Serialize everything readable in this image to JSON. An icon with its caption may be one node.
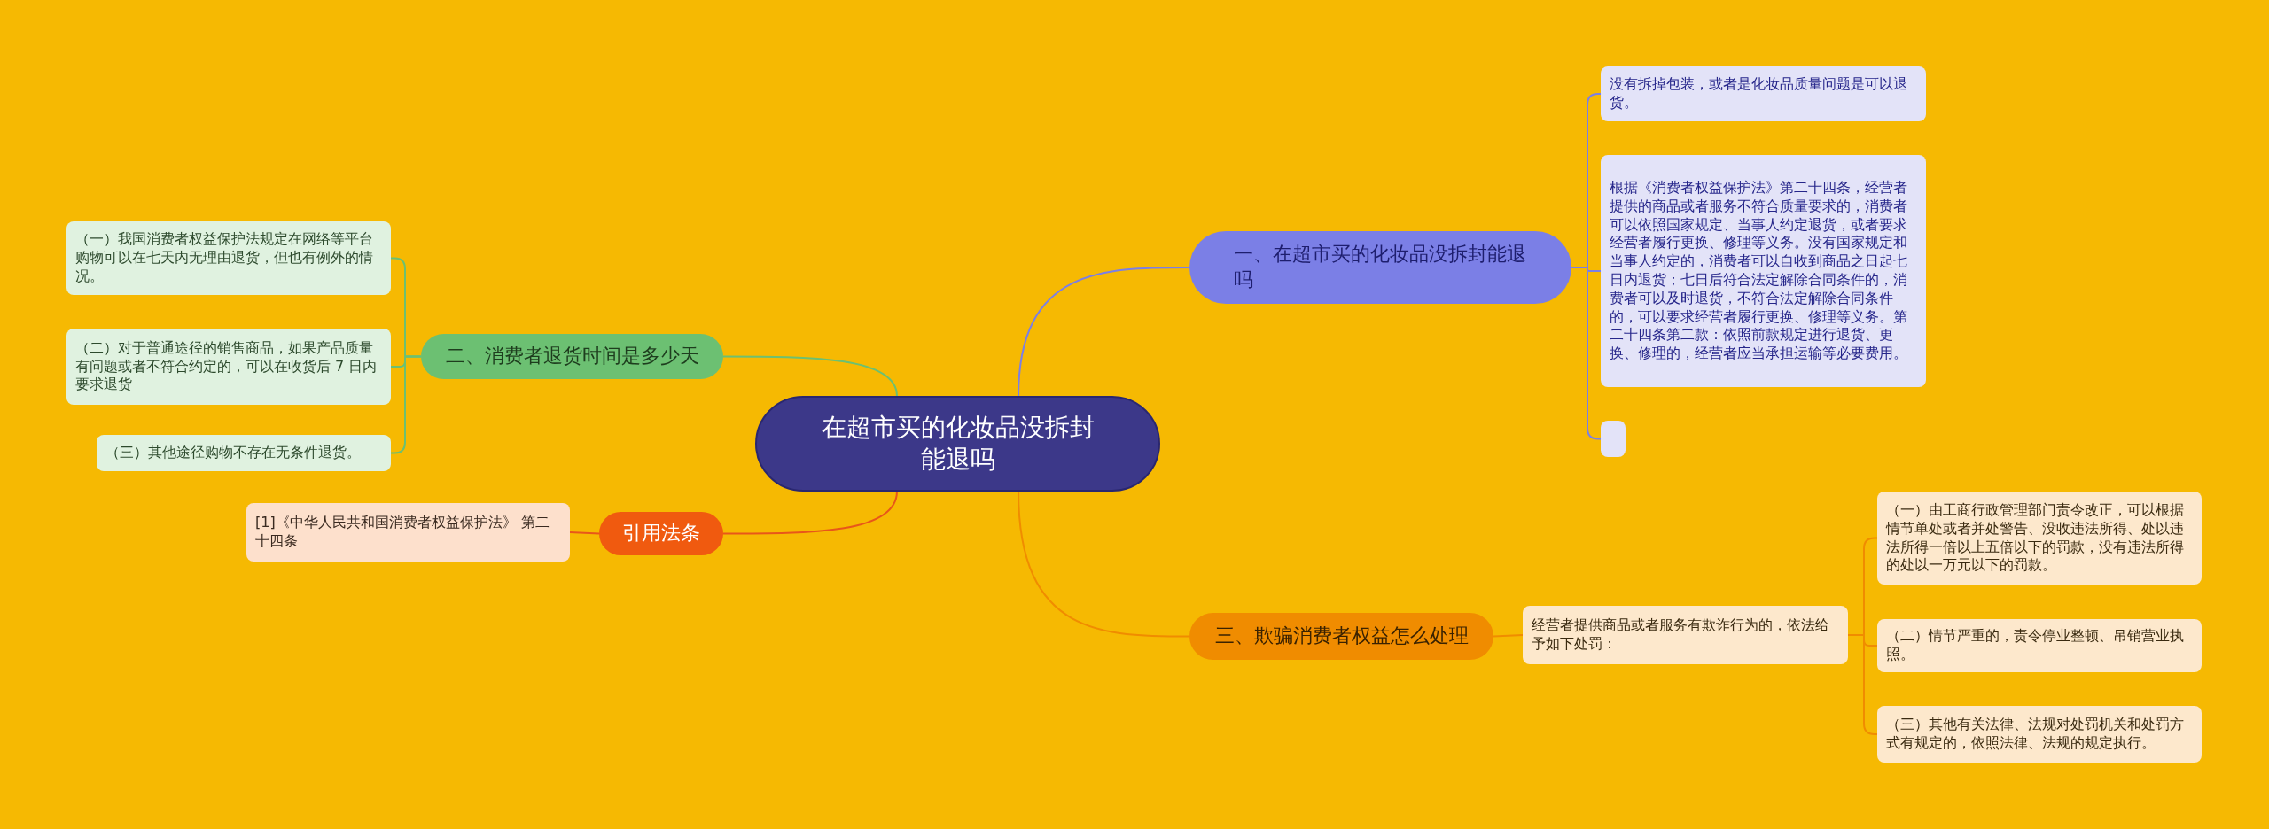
{
  "diagram": {
    "nodes": [
      {
        "text": [
          "在超市买的化妆品没拆封能退吗"
        ]
      },
      {
        "text": [
          "一、在超市买的化妆品没拆封能退吗"
        ]
      },
      {
        "text": [
          "没有拆掉包装，或者是化妆品质量问题是可以退货。"
        ]
      },
      {
        "text": [
          "根据《消费者权益保护法》第二十四条，经营者提供的商品或者服务不符合质量要求的，消费者可以依照国家规定、当事人约定退货，或者要求经营者履行更换、修理等义务。没有国家规定和当事人约定的，消费者可以自收到商品之日起七日内退货；七日后符合法定解除合同条件的，消费者可以及时退货，不符合法定解除合同条件的，可以要求经营者履行更换、修理等义务。第二十四条第二款：依照前款规定进行退货、更换、修理的，经营者应当承担运输等必要费用。"
        ]
      },
      {
        "text": [],
        "shape": "box"
      },
      {
        "text": [
          "二、消费者退货时间是多少天"
        ]
      },
      {
        "text": [
          "（一）我国消费者权益保护法规定在网络等平台购物可以在七天内无理由退货，但也有例外的情况。"
        ]
      },
      {
        "text": [
          "（二）对于普通途径的销售商品，如果产品质量有问题或者不符合约定的，可以在收货后 7 日内要求退货"
        ]
      },
      {
        "text": [
          "（三）其他途径购物不存在无条件退货。"
        ]
      },
      {
        "text": [
          "引用法条"
        ]
      },
      {
        "text": [
          "[1]《中华人民共和国消费者权益保护法》 第二十四条"
        ]
      },
      {
        "text": [
          "三、欺骗消费者权益怎么处理"
        ]
      },
      {
        "text": [
          "经营者提供商品或者服务有欺诈行为的，依法给予如下处罚："
        ]
      },
      {
        "text": [
          "（一）由工商行政管理部门责令改正，可以根据情节单处或者并处警告、没收违法所得、处以违法所得一倍以上五倍以下的罚款，没有违法所得的处以一万元以下的罚款。"
        ]
      },
      {
        "text": [
          "（二）情节严重的，责令停业整顿、吊销营业执照。"
        ]
      },
      {
        "text": [
          "（三）其他有关法律、法规对处罚机关和处罚方式有规定的，依照法律、法规的规定执行。"
        ]
      }
    ],
    "edges": [
      {
        "from": 0,
        "to": 1,
        "arrow": "none",
        "color": "#7b7fe6"
      },
      {
        "from": 1,
        "to": 2,
        "arrow": "none",
        "color": "#7b7fe6"
      },
      {
        "from": 1,
        "to": 3,
        "arrow": "none",
        "color": "#7b7fe6"
      },
      {
        "from": 1,
        "to": 4,
        "arrow": "none",
        "color": "#7b7fe6"
      },
      {
        "from": 0,
        "to": 5,
        "arrow": "none",
        "color": "#6cc072"
      },
      {
        "from": 5,
        "to": 6,
        "arrow": "none",
        "color": "#6cc072"
      },
      {
        "from": 5,
        "to": 7,
        "arrow": "none",
        "color": "#6cc072"
      },
      {
        "from": 5,
        "to": 8,
        "arrow": "none",
        "color": "#6cc072"
      },
      {
        "from": 0,
        "to": 9,
        "arrow": "none",
        "color": "#e8561a"
      },
      {
        "from": 9,
        "to": 10,
        "arrow": "none",
        "color": "#e8561a"
      },
      {
        "from": 0,
        "to": 11,
        "arrow": "none",
        "color": "#f08c00"
      },
      {
        "from": 11,
        "to": 12,
        "arrow": "none",
        "color": "#f08c00"
      },
      {
        "from": 12,
        "to": 13,
        "arrow": "none",
        "color": "#f08c00"
      },
      {
        "from": 12,
        "to": 14,
        "arrow": "none",
        "color": "#f08c00"
      },
      {
        "from": 12,
        "to": 15,
        "arrow": "none",
        "color": "#f08c00"
      }
    ]
  }
}
